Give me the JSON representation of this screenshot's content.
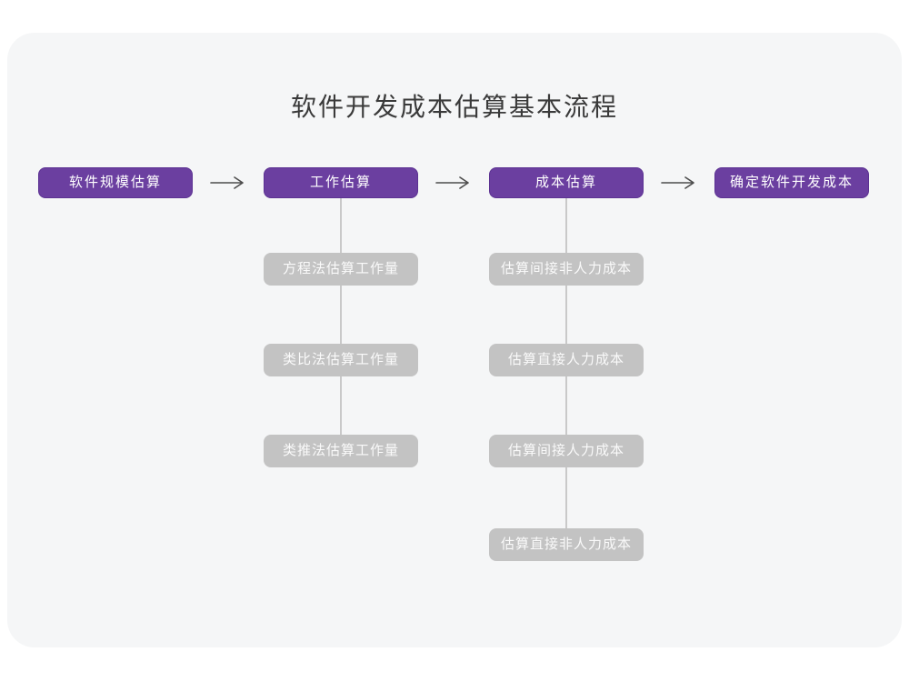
{
  "title": "软件开发成本估算基本流程",
  "flow": {
    "stages": [
      {
        "label": "软件规模估算"
      },
      {
        "label": "工作估算",
        "substeps": [
          "方程法估算工作量",
          "类比法估算工作量",
          "类推法估算工作量"
        ]
      },
      {
        "label": "成本估算",
        "substeps": [
          "估算间接非人力成本",
          "估算直接人力成本",
          "估算间接人力成本",
          "估算直接非人力成本"
        ]
      },
      {
        "label": "确定软件开发成本"
      }
    ]
  },
  "colors": {
    "page_bg": "#ffffff",
    "card_bg": "#f5f6f7",
    "title_color": "#3a3a3a",
    "stage_fill": "#6b3fa0",
    "stage_border": "#5c3292",
    "stage_text": "#ffffff",
    "substep_fill": "#c3c3c3",
    "substep_text": "#fafafa",
    "arrow_color": "#4d4d4d",
    "connector_color": "#c9c9c9"
  }
}
